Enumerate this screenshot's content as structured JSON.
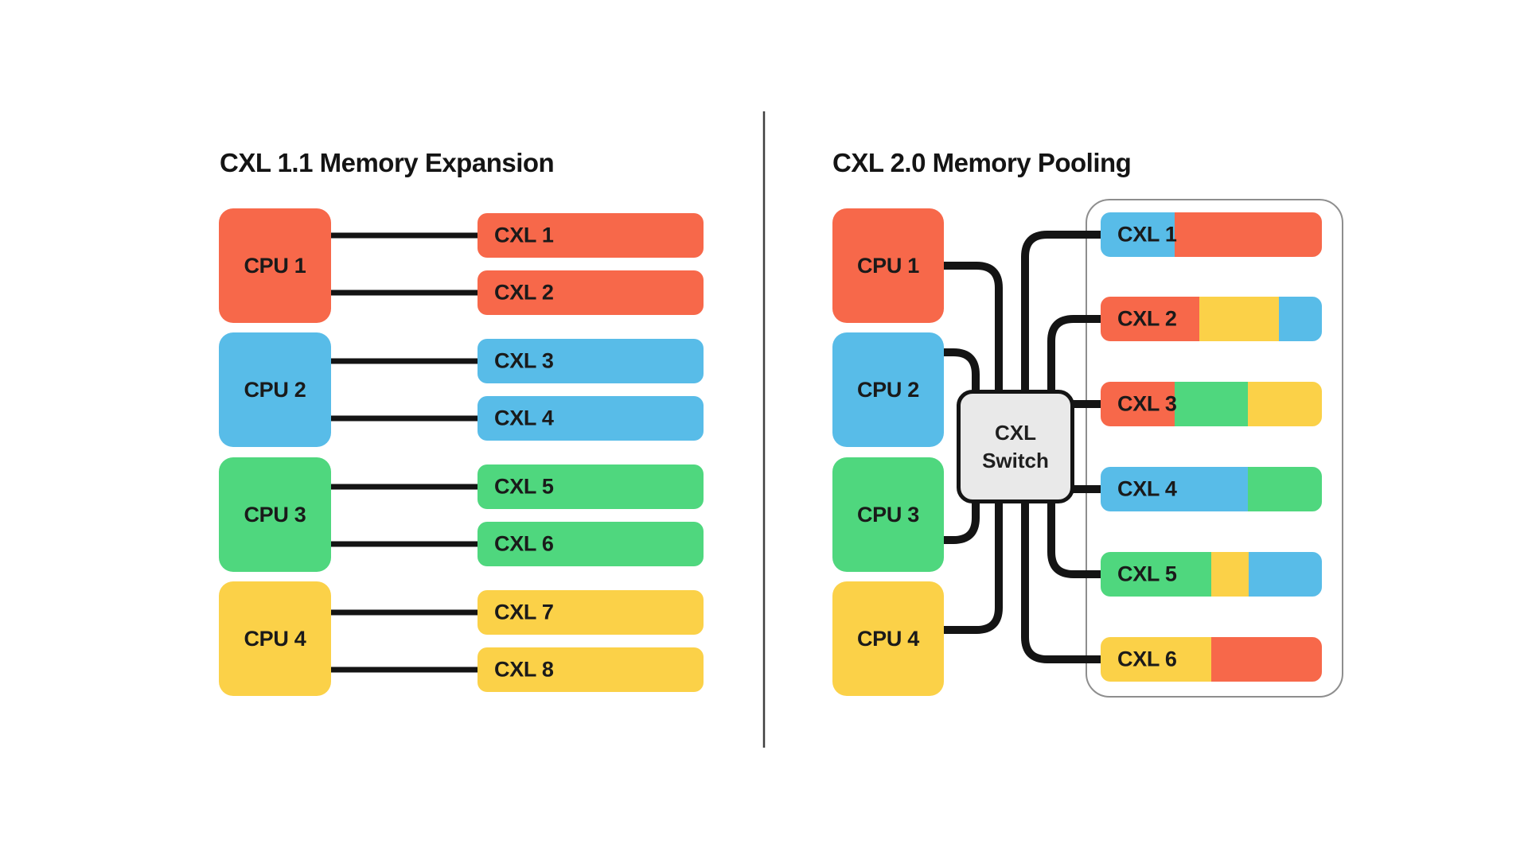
{
  "palette": {
    "orange": "#F7684A",
    "blue": "#58BCE8",
    "green": "#4FD77E",
    "yellow": "#FBD148",
    "line_black": "#141414",
    "divider_gray": "#3f3f3f",
    "pool_border_gray": "#8e8e8e",
    "switch_fill": "#e9e9e9",
    "text_dark": "#1a1a1a"
  },
  "left_panel": {
    "title": "CXL 1.1 Memory Expansion",
    "cpus": [
      {
        "label": "CPU 1",
        "color": "orange"
      },
      {
        "label": "CPU 2",
        "color": "blue"
      },
      {
        "label": "CPU 3",
        "color": "green"
      },
      {
        "label": "CPU 4",
        "color": "yellow"
      }
    ],
    "devices": [
      {
        "label": "CXL 1",
        "color": "orange"
      },
      {
        "label": "CXL 2",
        "color": "orange"
      },
      {
        "label": "CXL 3",
        "color": "blue"
      },
      {
        "label": "CXL 4",
        "color": "blue"
      },
      {
        "label": "CXL 5",
        "color": "green"
      },
      {
        "label": "CXL 6",
        "color": "green"
      },
      {
        "label": "CXL 7",
        "color": "yellow"
      },
      {
        "label": "CXL 8",
        "color": "yellow"
      }
    ]
  },
  "right_panel": {
    "title": "CXL 2.0 Memory Pooling",
    "cpus": [
      {
        "label": "CPU 1",
        "color": "orange"
      },
      {
        "label": "CPU 2",
        "color": "blue"
      },
      {
        "label": "CPU 3",
        "color": "green"
      },
      {
        "label": "CPU 4",
        "color": "yellow"
      }
    ],
    "switch": {
      "line1": "CXL",
      "line2": "Switch"
    },
    "devices": [
      {
        "label": "CXL 1",
        "segments": [
          {
            "color": "blue",
            "pct": 33.3
          },
          {
            "color": "orange",
            "pct": 66.7
          }
        ]
      },
      {
        "label": "CXL 2",
        "segments": [
          {
            "color": "orange",
            "pct": 44.5
          },
          {
            "color": "yellow",
            "pct": 36.0
          },
          {
            "color": "blue",
            "pct": 19.5
          }
        ]
      },
      {
        "label": "CXL 3",
        "segments": [
          {
            "color": "orange",
            "pct": 33.3
          },
          {
            "color": "green",
            "pct": 33.4
          },
          {
            "color": "yellow",
            "pct": 33.3
          }
        ]
      },
      {
        "label": "CXL 4",
        "segments": [
          {
            "color": "blue",
            "pct": 66.5
          },
          {
            "color": "green",
            "pct": 33.5
          }
        ]
      },
      {
        "label": "CXL 5",
        "segments": [
          {
            "color": "green",
            "pct": 50.0
          },
          {
            "color": "yellow",
            "pct": 17.0
          },
          {
            "color": "blue",
            "pct": 33.0
          }
        ]
      },
      {
        "label": "CXL 6",
        "segments": [
          {
            "color": "yellow",
            "pct": 50.0
          },
          {
            "color": "orange",
            "pct": 50.0
          }
        ]
      }
    ]
  }
}
